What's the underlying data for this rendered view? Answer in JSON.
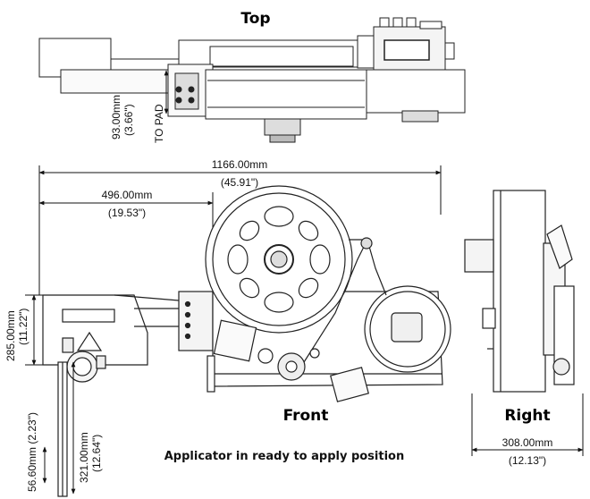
{
  "views": {
    "top": "Top",
    "front": "Front",
    "right": "Right"
  },
  "caption": "Applicator in ready to apply position",
  "dimensions": {
    "to_pad": {
      "mm": "93.00mm",
      "in": "(3.66\")",
      "label": "TO PAD"
    },
    "overall_width": {
      "mm": "1166.00mm",
      "in": "(45.91\")"
    },
    "arm_width": {
      "mm": "496.00mm",
      "in": "(19.53\")"
    },
    "arm_height": {
      "mm": "285.00mm",
      "in": "(11.22\")"
    },
    "pad_depth": {
      "mm": "321.00mm",
      "in": "(12.64\")"
    },
    "pad_offset": {
      "text": "56.60mm (2.23\")"
    },
    "right_width": {
      "mm": "308.00mm",
      "in": "(12.13\")"
    }
  }
}
